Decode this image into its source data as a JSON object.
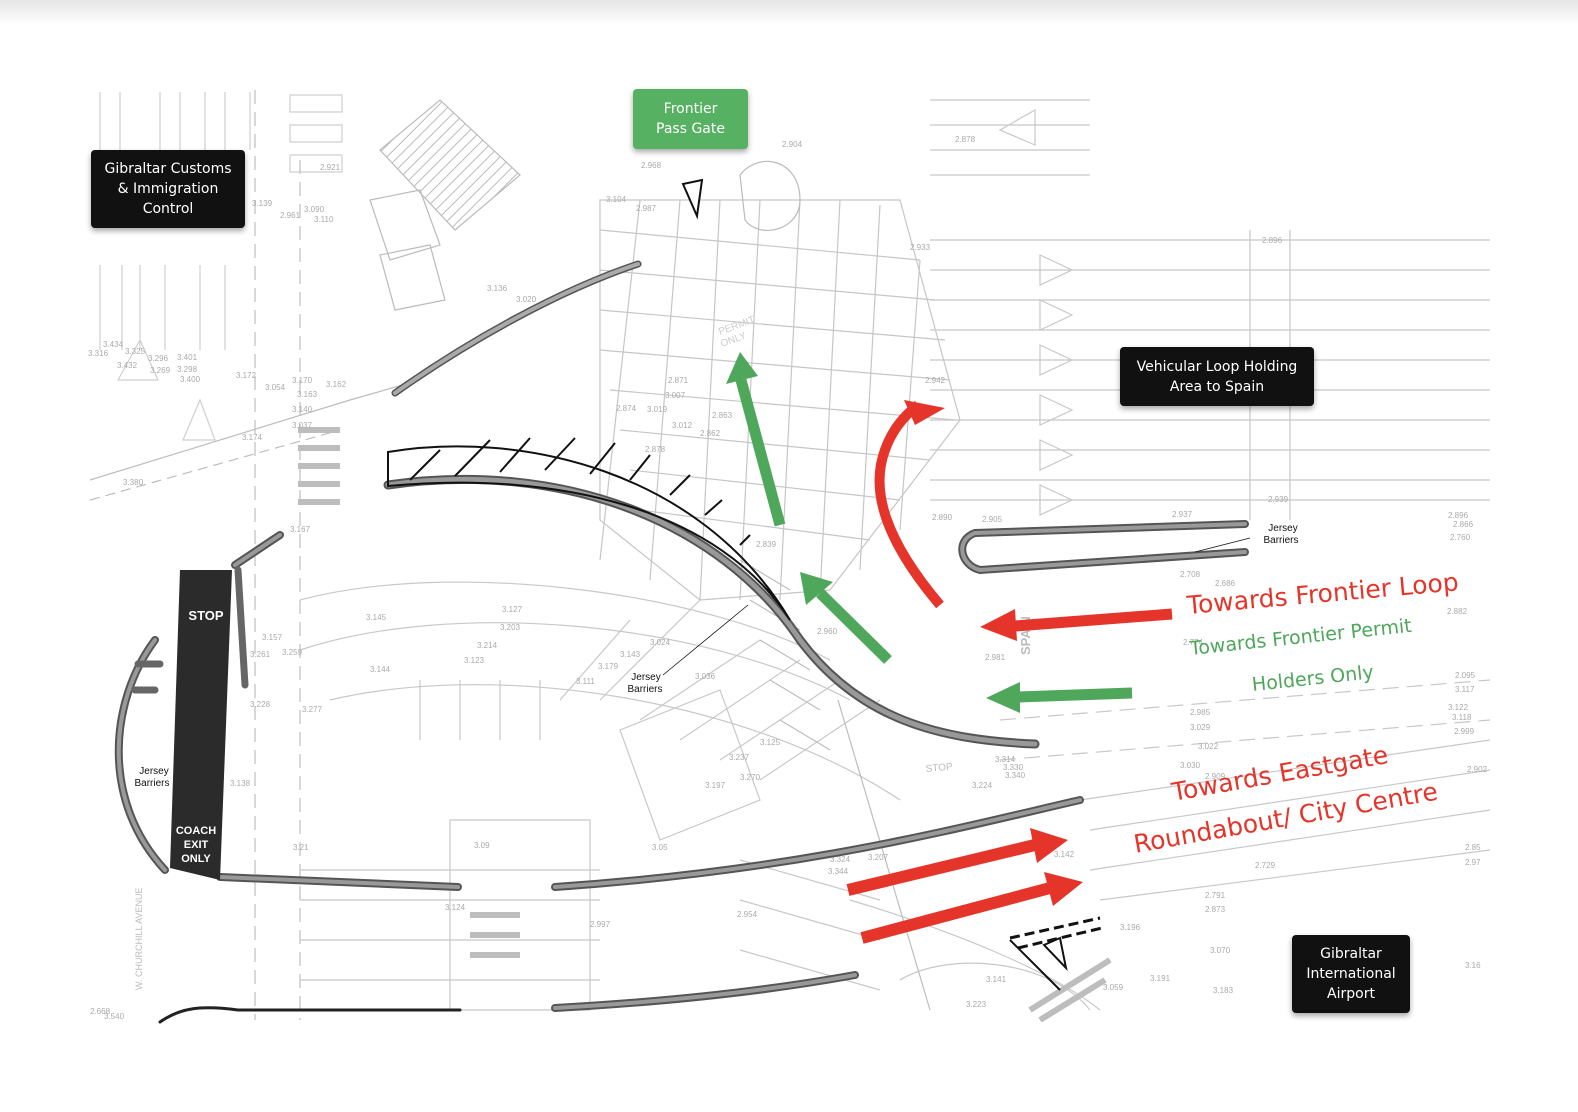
{
  "callouts": {
    "customs": "Gibraltar Customs\n& Immigration\nControl",
    "frontier_gate": "Frontier\nPass Gate",
    "holding_area": "Vehicular Loop Holding\nArea to Spain",
    "airport": "Gibraltar\nInternational\nAirport"
  },
  "routes": {
    "frontier_loop": "Towards Frontier Loop",
    "permit_line1": "Towards Frontier Permit",
    "permit_line2": "Holders Only",
    "eastgate_line1": "Towards Eastgate",
    "eastgate_line2": "Roundabout/ City Centre"
  },
  "map_labels": {
    "stop": "STOP",
    "coach_exit_1": "COACH",
    "coach_exit_2": "EXIT",
    "coach_exit_3": "ONLY",
    "jersey_1": "Jersey",
    "barriers": "Barriers",
    "permit_only_1": "PERMIT",
    "permit_only_2": "ONLY",
    "spain": "SPAIN",
    "road_stop": "STOP",
    "avenue": "W. CHURCHILL AVENUE"
  },
  "spot_heights": [
    "2.968",
    "2.904",
    "2.878",
    "3.104",
    "2.987",
    "2.921",
    "3.139",
    "2.961",
    "3.090",
    "3.110",
    "2.933",
    "2.896",
    "3.136",
    "3.020",
    "3.434",
    "3.316",
    "3.325",
    "3.296",
    "3.401",
    "3.432",
    "3.269",
    "3.298",
    "3.400",
    "3.172",
    "3.054",
    "3.170",
    "3.162",
    "3.163",
    "3.140",
    "3.037",
    "3.174",
    "2.871",
    "3.007",
    "2.942",
    "2.874",
    "3.019",
    "2.863",
    "3.012",
    "2.862",
    "3.380",
    "2.878",
    "2.939",
    "3.167",
    "2.890",
    "2.905",
    "2.937",
    "2.896",
    "2.866",
    "2.760",
    "2.839",
    "2.708",
    "2.686",
    "3.127",
    "3.203",
    "3.145",
    "3.024",
    "3.143",
    "3.214",
    "3.179",
    "2.960",
    "3.157",
    "3.259",
    "3.123",
    "3.111",
    "3.036",
    "2.774",
    "2.882",
    "2.981",
    "3.261",
    "3.144",
    "3.228",
    "3.277",
    "2.095",
    "3.117",
    "3.122",
    "3.118",
    "2.999",
    "2.985",
    "3.029",
    "3.022",
    "3.125",
    "3.237",
    "3.314",
    "3.330",
    "3.340",
    "3.224",
    "3.270",
    "3.197",
    "3.030",
    "2.909",
    "2.902",
    "3.138",
    "3.21",
    "3.05",
    "3.09",
    "3.142",
    "3.324",
    "3.207",
    "3.344",
    "2.85",
    "2.97",
    "2.729",
    "2.791",
    "2.873",
    "3.124",
    "2.997",
    "2.954",
    "3.196",
    "3.070",
    "3.191",
    "3.183",
    "3.141",
    "3.059",
    "3.223",
    "3.16",
    "2.668",
    "3.540"
  ],
  "colors": {
    "dark": "#111111",
    "green": "#56b162",
    "red": "#e5352b",
    "route_green": "#4ea75a",
    "barrier": "#777777",
    "linework": "#c8c8c8"
  }
}
